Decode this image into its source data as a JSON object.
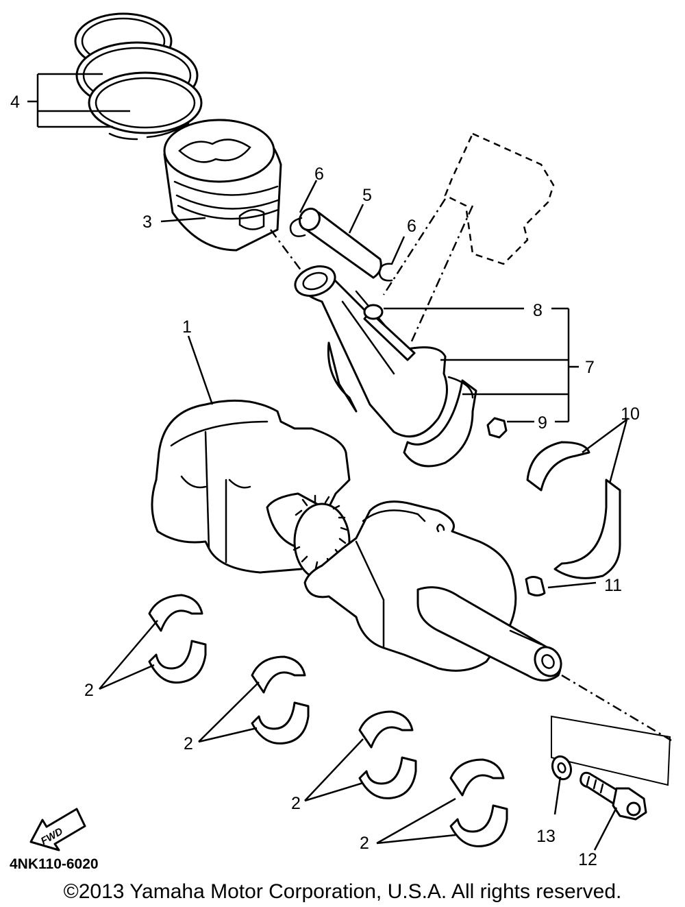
{
  "diagram": {
    "drawing_code": "4NK110-6020",
    "copyright": "©2013 Yamaha Motor Corporation, U.S.A. All rights reserved.",
    "fwd_label": "FWD",
    "callouts": {
      "c1": "1",
      "c2a": "2",
      "c2b": "2",
      "c2c": "2",
      "c2d": "2",
      "c3": "3",
      "c4": "4",
      "c5": "5",
      "c6a": "6",
      "c6b": "6",
      "c7": "7",
      "c8": "8",
      "c9": "9",
      "c10": "10",
      "c11": "11",
      "c12": "12",
      "c13": "13"
    }
  }
}
